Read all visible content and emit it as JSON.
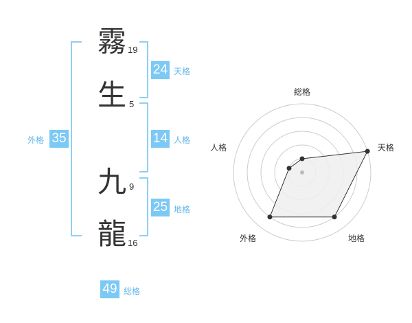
{
  "name": {
    "chars": [
      {
        "char": "霧",
        "strokes": "19"
      },
      {
        "char": "生",
        "strokes": "5"
      },
      {
        "char": "九",
        "strokes": "9"
      },
      {
        "char": "龍",
        "strokes": "16"
      }
    ]
  },
  "fortunes": {
    "tenkaku": {
      "value": "24",
      "label": "天格"
    },
    "jinkaku": {
      "value": "14",
      "label": "人格"
    },
    "chikaku": {
      "value": "25",
      "label": "地格"
    },
    "gaikaku": {
      "value": "35",
      "label": "外格"
    },
    "soukaku": {
      "value": "49",
      "label": "総格"
    }
  },
  "chart_data": {
    "type": "radar",
    "axes": [
      "総格",
      "天格",
      "地格",
      "外格",
      "人格"
    ],
    "values": [
      1,
      5,
      4,
      4,
      1
    ],
    "max": 5,
    "rings": 5,
    "colors": {
      "fill": "#eeeeee",
      "line": "#333333",
      "ring": "#cccccc",
      "center": "#bbbbbb"
    }
  }
}
